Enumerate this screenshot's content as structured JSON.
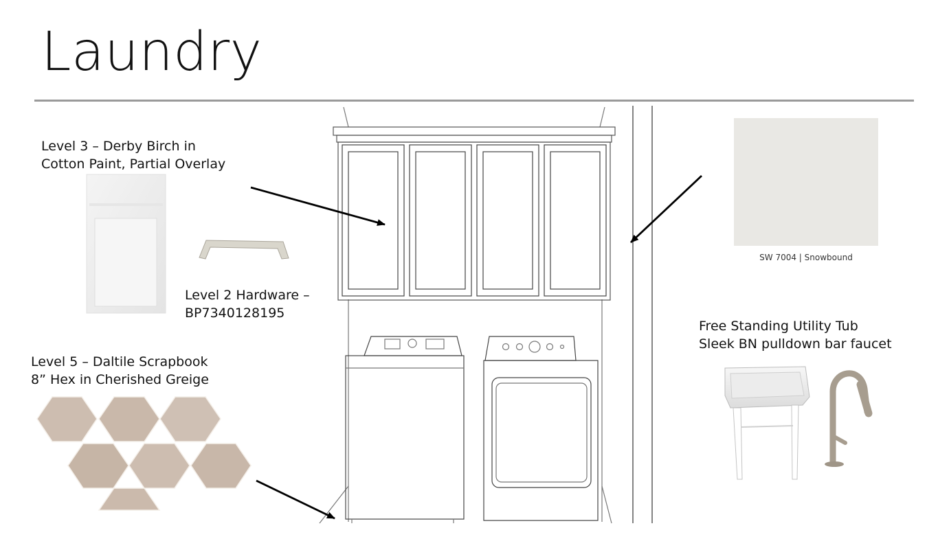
{
  "title": "Laundry",
  "labels": {
    "cabinet": "Level 3 – Derby Birch in\nCotton Paint, Partial Overlay",
    "hardware": "Level 2 Hardware –\nBP7340128195",
    "tile": "Level 5 – Daltile Scrapbook\n8” Hex in Cherished Greige",
    "tub": "Free Standing Utility Tub\nSleek BN pulldown bar faucet"
  },
  "paint": {
    "caption": "SW 7004  |  Snowbound",
    "color": "#e9e8e4"
  },
  "colors": {
    "tile": "#cdbdb0",
    "tile_dark": "#bfae9f",
    "hardware": "#d9d6cc",
    "faucet": "#a79d8f",
    "rule": "#9a9a9a"
  }
}
